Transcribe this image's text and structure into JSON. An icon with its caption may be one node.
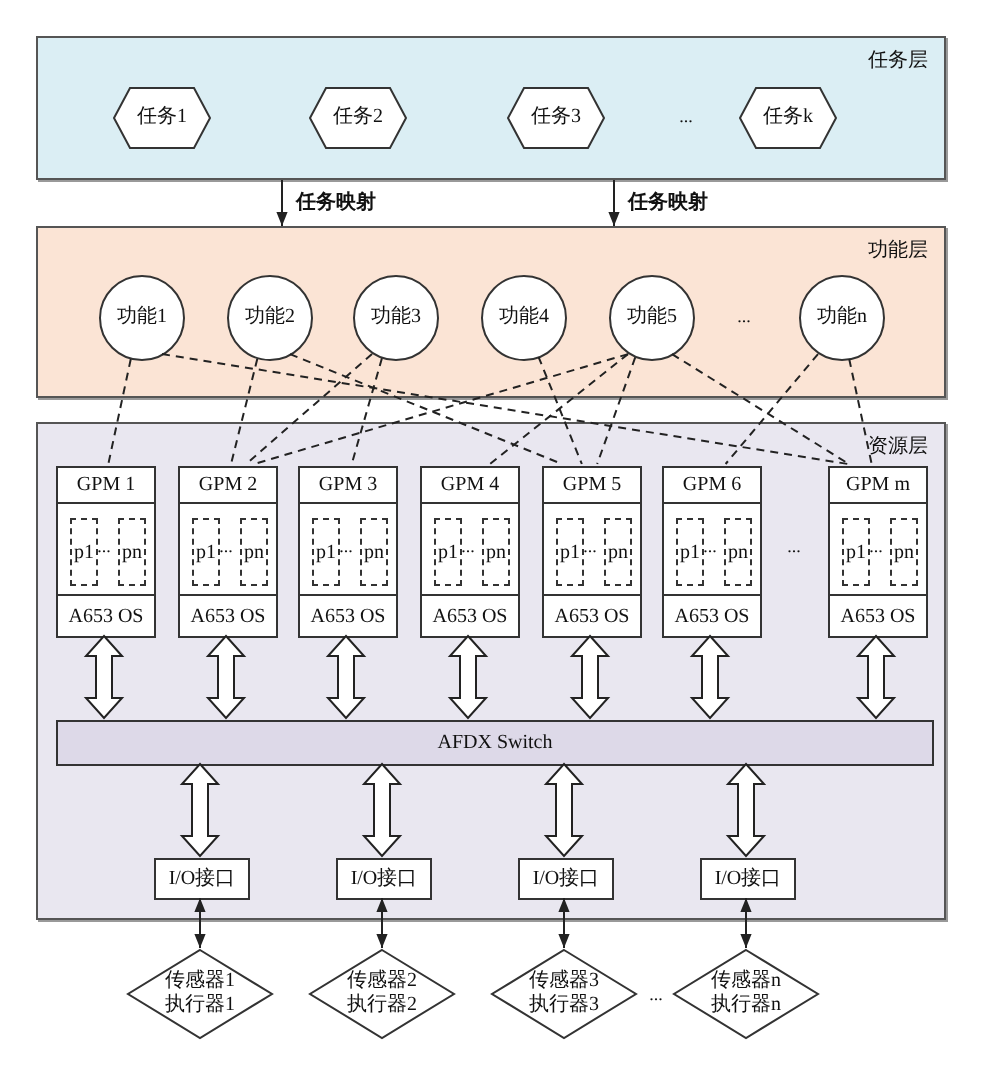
{
  "diagram": {
    "nodes": [
      {
        "text": [
          "任务层"
        ]
      },
      {
        "text": [
          "任务1"
        ],
        "in": 0
      },
      {
        "text": [
          "任务2"
        ],
        "in": 0
      },
      {
        "text": [
          "任务3"
        ],
        "in": 0
      },
      {
        "text": [
          "任务k"
        ],
        "in": 0
      },
      {
        "text": [
          "功能层"
        ]
      },
      {
        "text": [
          "功能1"
        ],
        "in": 5
      },
      {
        "text": [
          "功能2"
        ],
        "in": 5
      },
      {
        "text": [
          "功能3"
        ],
        "in": 5
      },
      {
        "text": [
          "功能4"
        ],
        "in": 5
      },
      {
        "text": [
          "功能5"
        ],
        "in": 5
      },
      {
        "text": [
          "功能n"
        ],
        "in": 5
      },
      {
        "text": [
          "资源层"
        ]
      },
      {
        "text": [
          "GPM 1",
          "A653 OS"
        ],
        "in": 12
      },
      {
        "text": [
          "p1"
        ],
        "in": 13
      },
      {
        "text": [
          "pn"
        ],
        "in": 13
      },
      {
        "text": [
          "GPM 2",
          "A653 OS"
        ],
        "in": 12
      },
      {
        "text": [
          "p1"
        ],
        "in": 16
      },
      {
        "text": [
          "pn"
        ],
        "in": 16
      },
      {
        "text": [
          "GPM 3",
          "A653 OS"
        ],
        "in": 12
      },
      {
        "text": [
          "p1"
        ],
        "in": 19
      },
      {
        "text": [
          "pn"
        ],
        "in": 19
      },
      {
        "text": [
          "GPM 4",
          "A653 OS"
        ],
        "in": 12
      },
      {
        "text": [
          "p1"
        ],
        "in": 22
      },
      {
        "text": [
          "pn"
        ],
        "in": 22
      },
      {
        "text": [
          "GPM 5",
          "A653 OS"
        ],
        "in": 12
      },
      {
        "text": [
          "p1"
        ],
        "in": 25
      },
      {
        "text": [
          "pn"
        ],
        "in": 25
      },
      {
        "text": [
          "GPM 6",
          "A653 OS"
        ],
        "in": 12
      },
      {
        "text": [
          "p1"
        ],
        "in": 28
      },
      {
        "text": [
          "pn"
        ],
        "in": 28
      },
      {
        "text": [
          "GPM m",
          "A653 OS"
        ],
        "in": 12
      },
      {
        "text": [
          "p1"
        ],
        "in": 31
      },
      {
        "text": [
          "pn"
        ],
        "in": 31
      },
      {
        "text": [
          "AFDX Switch"
        ],
        "in": 12
      },
      {
        "text": [
          "I/O接口"
        ],
        "in": 12
      },
      {
        "text": [
          "I/O接口"
        ],
        "in": 12
      },
      {
        "text": [
          "I/O接口"
        ],
        "in": 12
      },
      {
        "text": [
          "I/O接口"
        ],
        "in": 12
      },
      {
        "text": [
          "传感器1",
          "执行器1"
        ]
      },
      {
        "text": [
          "传感器2",
          "执行器2"
        ]
      },
      {
        "text": [
          "传感器3",
          "执行器3"
        ]
      },
      {
        "text": [
          "传感器n",
          "执行器n"
        ]
      }
    ],
    "edges": [
      {
        "from": 0,
        "to": 5,
        "arrow": "to",
        "label": "任务映射"
      },
      {
        "from": 0,
        "to": 5,
        "arrow": "to",
        "label": "任务映射"
      },
      {
        "from": 6,
        "to": 13,
        "arrow": "none",
        "style": "dashed"
      },
      {
        "from": 6,
        "to": 31,
        "arrow": "none",
        "style": "dashed"
      },
      {
        "from": 7,
        "to": 16,
        "arrow": "none",
        "style": "dashed"
      },
      {
        "from": 7,
        "to": 25,
        "arrow": "none",
        "style": "dashed"
      },
      {
        "from": 8,
        "to": 16,
        "arrow": "none",
        "style": "dashed"
      },
      {
        "from": 8,
        "to": 19,
        "arrow": "none",
        "style": "dashed"
      },
      {
        "from": 9,
        "to": 25,
        "arrow": "none",
        "style": "dashed"
      },
      {
        "from": 10,
        "to": 16,
        "arrow": "none",
        "style": "dashed"
      },
      {
        "from": 10,
        "to": 22,
        "arrow": "none",
        "style": "dashed"
      },
      {
        "from": 10,
        "to": 25,
        "arrow": "none",
        "style": "dashed"
      },
      {
        "from": 10,
        "to": 31,
        "arrow": "none",
        "style": "dashed"
      },
      {
        "from": 11,
        "to": 28,
        "arrow": "none",
        "style": "dashed"
      },
      {
        "from": 11,
        "to": 31,
        "arrow": "none",
        "style": "dashed"
      },
      {
        "from": 13,
        "to": 34,
        "arrow": "both",
        "style": "thick"
      },
      {
        "from": 16,
        "to": 34,
        "arrow": "both",
        "style": "thick"
      },
      {
        "from": 19,
        "to": 34,
        "arrow": "both",
        "style": "thick"
      },
      {
        "from": 22,
        "to": 34,
        "arrow": "both",
        "style": "thick"
      },
      {
        "from": 25,
        "to": 34,
        "arrow": "both",
        "style": "thick"
      },
      {
        "from": 28,
        "to": 34,
        "arrow": "both",
        "style": "thick"
      },
      {
        "from": 31,
        "to": 34,
        "arrow": "both",
        "style": "thick"
      },
      {
        "from": 34,
        "to": 35,
        "arrow": "both",
        "style": "thick"
      },
      {
        "from": 34,
        "to": 36,
        "arrow": "both",
        "style": "thick"
      },
      {
        "from": 34,
        "to": 37,
        "arrow": "both",
        "style": "thick"
      },
      {
        "from": 34,
        "to": 38,
        "arrow": "both",
        "style": "thick"
      },
      {
        "from": 35,
        "to": 39,
        "arrow": "both"
      },
      {
        "from": 36,
        "to": 40,
        "arrow": "both"
      },
      {
        "from": 37,
        "to": 41,
        "arrow": "both"
      },
      {
        "from": 38,
        "to": 42,
        "arrow": "both"
      }
    ],
    "labels": [
      "...",
      "...",
      "...",
      "...",
      "...",
      "...",
      "...",
      "...",
      "...",
      "...",
      "..."
    ]
  }
}
